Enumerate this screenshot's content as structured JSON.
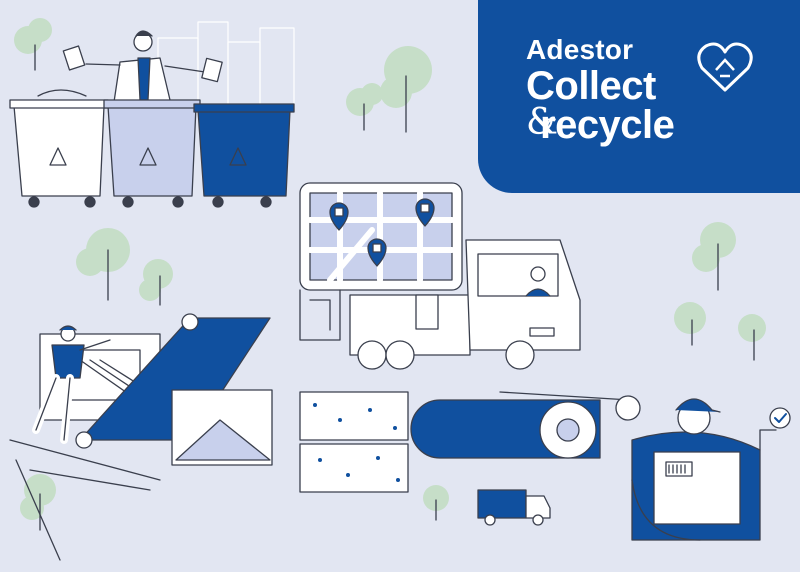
{
  "brand": {
    "name": "Adestor",
    "line1": "Collect",
    "amp": "&",
    "line2": "recycle"
  },
  "icons": [
    "recycle-heart-icon",
    "recycle-icon",
    "bin-pin-icon",
    "check-icon",
    "truck-icon"
  ],
  "colors": {
    "background": "#e2e6f2",
    "brand_blue": "#10509f",
    "light_blue": "#c8d0ec",
    "tree_green": "#c6dec8",
    "line": "#3a3f4d"
  }
}
